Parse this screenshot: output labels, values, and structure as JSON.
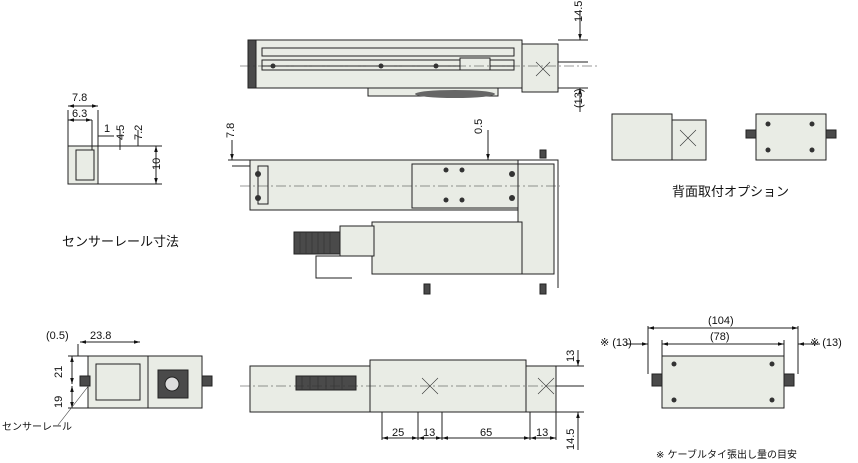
{
  "captions": {
    "sensor_rail_dims": "センサーレール寸法",
    "rear_mount_option": "背面取付オプション",
    "sensor_rail_label": "センサーレール",
    "cable_tie_note": "※ ケーブルタイ張出し量の目安"
  },
  "dims": {
    "top_14_5": "14.5",
    "top_13p": "(13)",
    "front_7_8": "7.8",
    "front_0_5": "0.5",
    "rail_7_8": "7.8",
    "rail_6_3": "6.3",
    "rail_1": "1",
    "rail_4_5": "4.5",
    "rail_7_2": "7.2",
    "rail_10": "10",
    "end_0_5p": "(0.5)",
    "end_23_8": "23.8",
    "end_21": "21",
    "end_19": "19",
    "bot_13_right": "13",
    "bot_14_5": "14.5",
    "bot_25": "25",
    "bot_13_a": "13",
    "bot_65": "65",
    "bot_13_b": "13",
    "opt_104": "(104)",
    "opt_78": "(78)",
    "opt_13_left": "※ (13)",
    "opt_13_right": "※ (13)"
  }
}
